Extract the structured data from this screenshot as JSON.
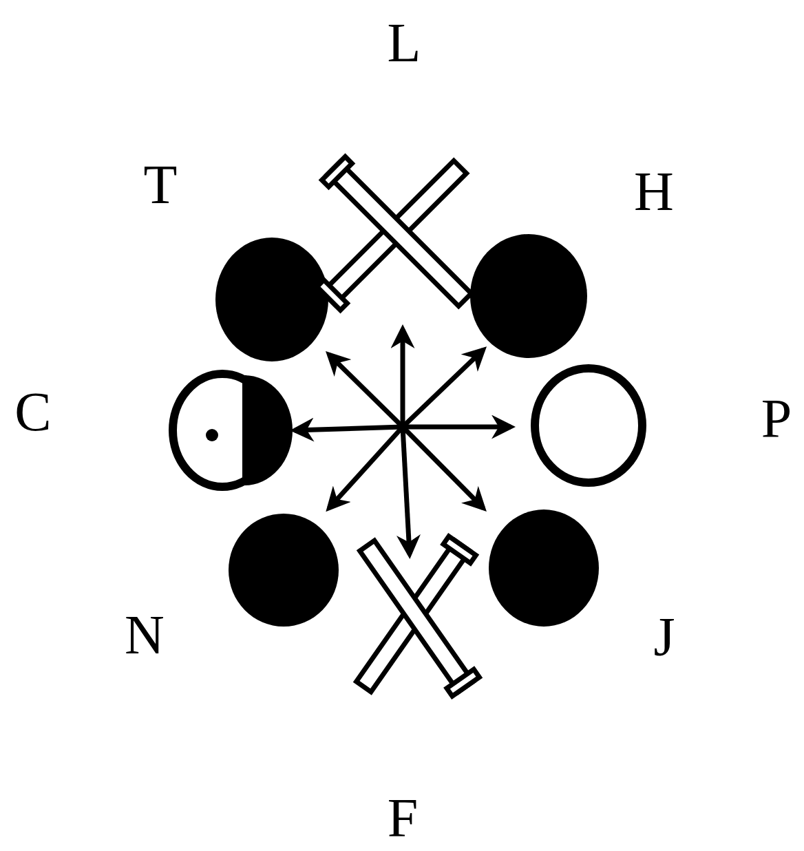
{
  "diagram": {
    "labels": [
      "L",
      "T",
      "H",
      "C",
      "P",
      "N",
      "J",
      "F"
    ]
  }
}
